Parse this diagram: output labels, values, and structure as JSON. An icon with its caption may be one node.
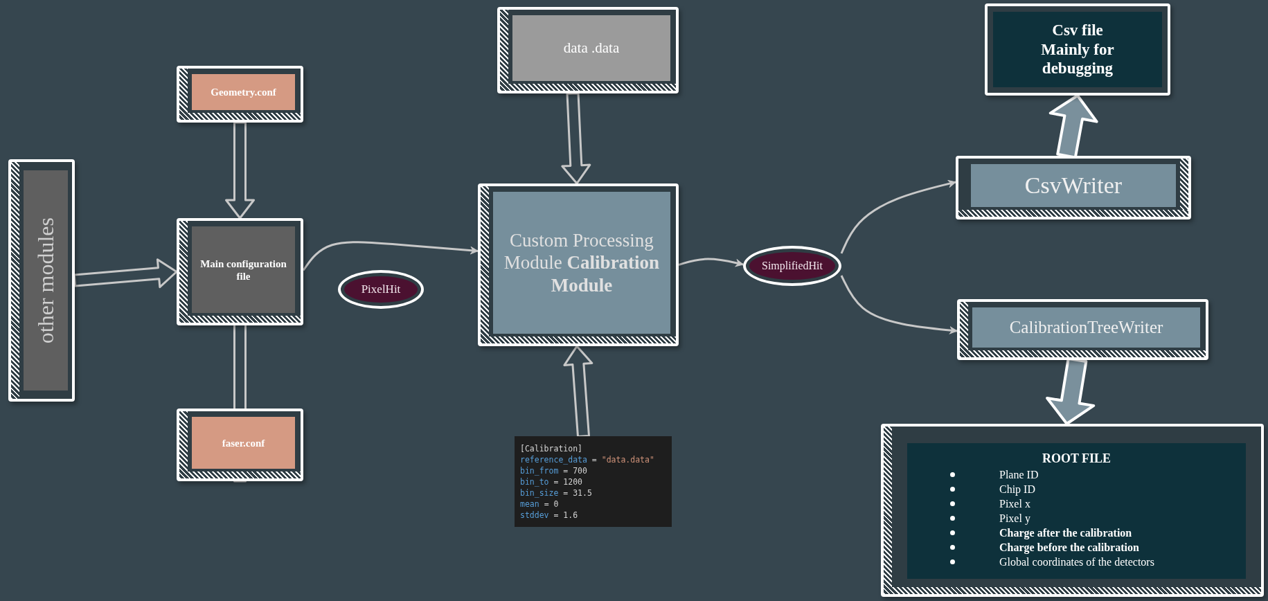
{
  "diagram": {
    "nodes": [
      {
        "text": [
          "other modules"
        ]
      },
      {
        "text": [
          "Geometry.conf"
        ]
      },
      {
        "text": [
          "Main configuration file"
        ]
      },
      {
        "text": [
          "faser.conf"
        ]
      },
      {
        "text": [
          "PixelHit"
        ]
      },
      {
        "text": [
          "data .data"
        ]
      },
      {
        "text": [
          "Custom Processing Module **Calibration Module**"
        ]
      },
      {
        "text": [
          "[Calibration]",
          "reference_data = \"data.data\"",
          "bin_from = 700",
          "bin_to = 1200",
          "bin_size = 31.5",
          "mean = 0",
          "stddev = 1.6"
        ]
      },
      {
        "text": [
          "SimplifiedHit"
        ]
      },
      {
        "text": [
          "Csv file Mainly for debugging"
        ]
      },
      {
        "text": [
          "CsvWriter"
        ]
      },
      {
        "text": [
          "CalibrationTreeWriter"
        ]
      },
      {
        "text": [
          "ROOT FILE",
          "Plane ID",
          "Chip ID",
          "Pixel x",
          "Pixel y",
          "**Charge after the calibration**",
          "**Charge before the calibration**",
          "Global coordinates of the detectors"
        ]
      }
    ],
    "edges": [
      {
        "from": 0,
        "to": 2,
        "arrow": "to",
        "style": "thick"
      },
      {
        "from": 1,
        "to": 2,
        "arrow": "to",
        "style": "thick"
      },
      {
        "from": 3,
        "to": 2,
        "arrow": "to",
        "style": "thick"
      },
      {
        "from": 2,
        "to": 6,
        "arrow": "to"
      },
      {
        "from": 5,
        "to": 6,
        "arrow": "to",
        "style": "thick"
      },
      {
        "from": 7,
        "to": 6,
        "arrow": "to",
        "style": "thick"
      },
      {
        "from": 6,
        "to": 8,
        "arrow": "to"
      },
      {
        "from": 8,
        "to": 10,
        "arrow": "to"
      },
      {
        "from": 8,
        "to": 11,
        "arrow": "to"
      },
      {
        "from": 10,
        "to": 9,
        "arrow": "to",
        "style": "thick",
        "color": "#7a909c"
      },
      {
        "from": 11,
        "to": 12,
        "arrow": "to",
        "style": "thick",
        "color": "#7a909c"
      }
    ]
  }
}
